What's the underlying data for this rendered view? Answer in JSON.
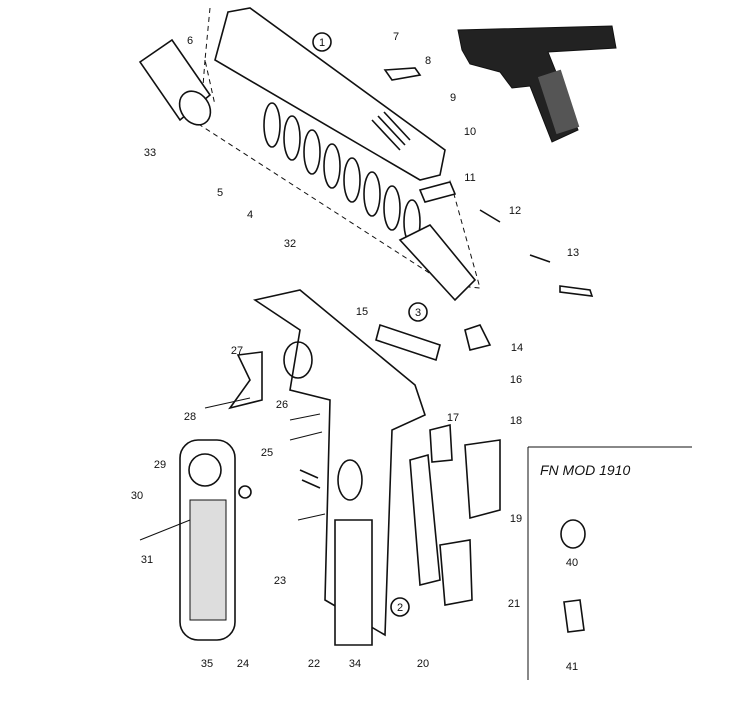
{
  "title": "FN MOD 1910",
  "parts": {
    "p1": "1",
    "p2": "2",
    "p3": "3",
    "p4": "4",
    "p5": "5",
    "p6": "6",
    "p7": "7",
    "p8": "8",
    "p9": "9",
    "p10": "10",
    "p11": "11",
    "p12": "12",
    "p13": "13",
    "p14": "14",
    "p15": "15",
    "p16": "16",
    "p17": "17",
    "p18": "18",
    "p19": "19",
    "p20": "20",
    "p21": "21",
    "p22": "22",
    "p23": "23",
    "p24": "24",
    "p25": "25",
    "p26": "26",
    "p27": "27",
    "p28": "28",
    "p29": "29",
    "p30": "30",
    "p31": "31",
    "p32": "32",
    "p33": "33",
    "p34": "34",
    "p35": "35",
    "p40": "40",
    "p41": "41"
  }
}
